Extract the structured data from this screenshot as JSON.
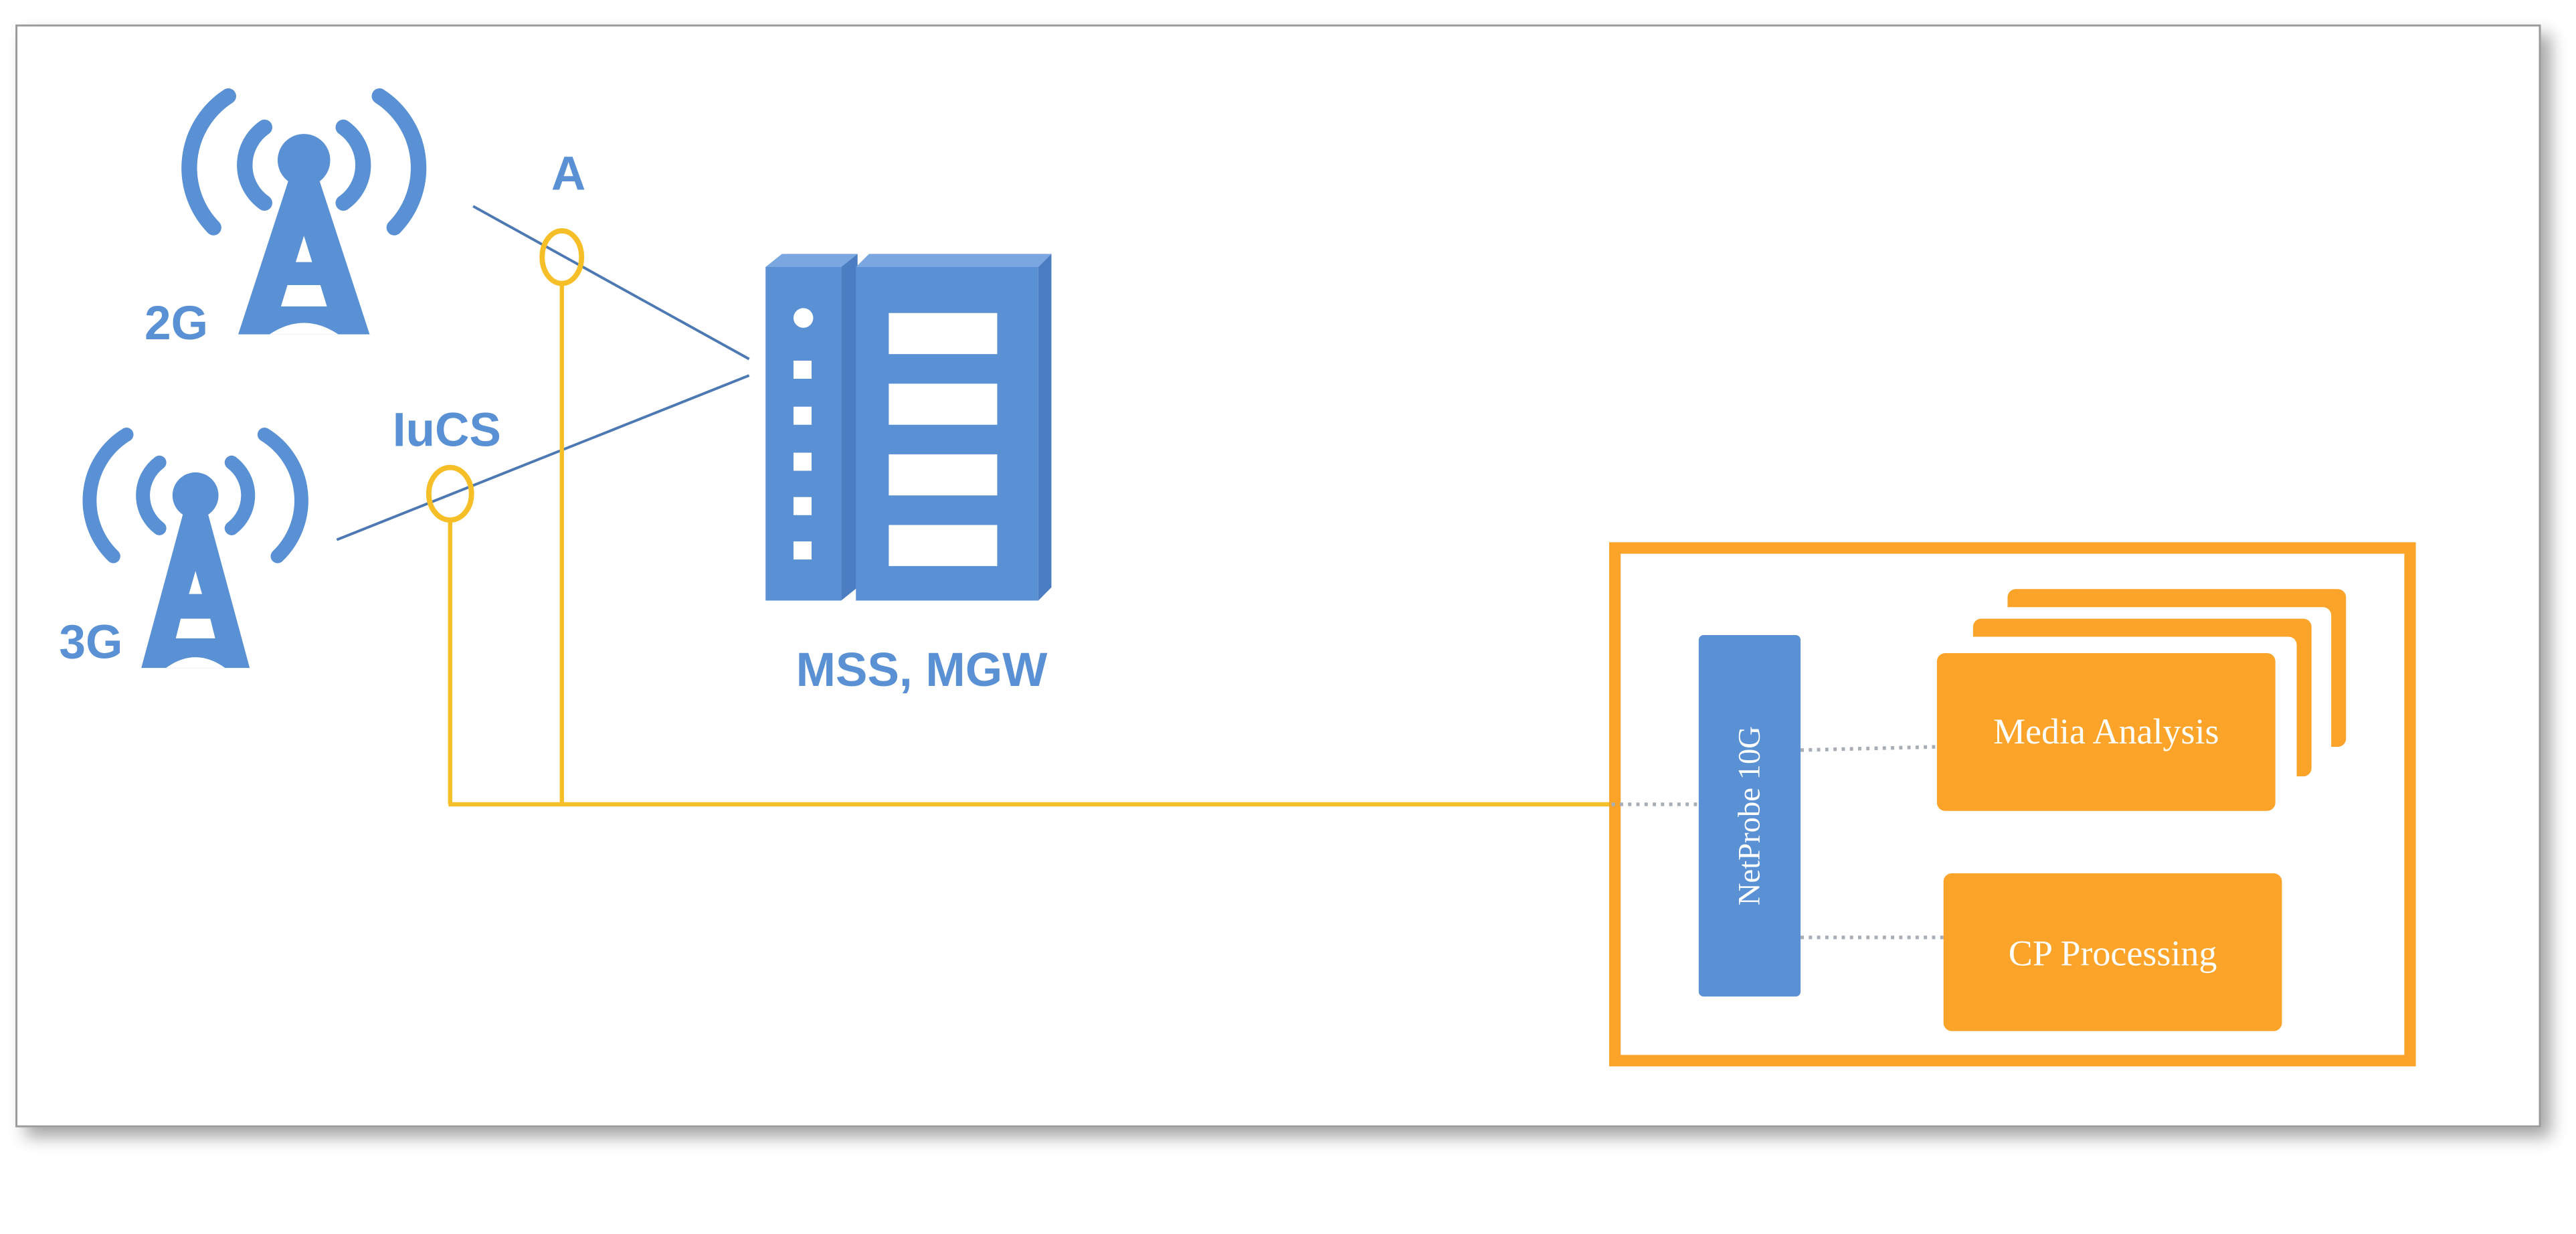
{
  "colors": {
    "blue": "#5a90d4",
    "orange": "#fba429",
    "gold": "#f7bf27",
    "line": "#4d79b3",
    "dots": "#a8aeb6",
    "frame_border": "#9a9a9a",
    "white": "#ffffff"
  },
  "towers": {
    "tower_2g": {
      "label": "2G",
      "icon": "cell-tower-icon"
    },
    "tower_3g": {
      "label": "3G",
      "icon": "cell-tower-icon"
    }
  },
  "interfaces": {
    "a": {
      "label": "A"
    },
    "iucs": {
      "label": "IuCS"
    }
  },
  "core": {
    "label": "MSS, MGW",
    "icon": "server-rack-icon"
  },
  "probe_system": {
    "probe_label": "NetProbe 10G",
    "media_label": "Media Analysis",
    "cp_label": "CP Processing"
  }
}
